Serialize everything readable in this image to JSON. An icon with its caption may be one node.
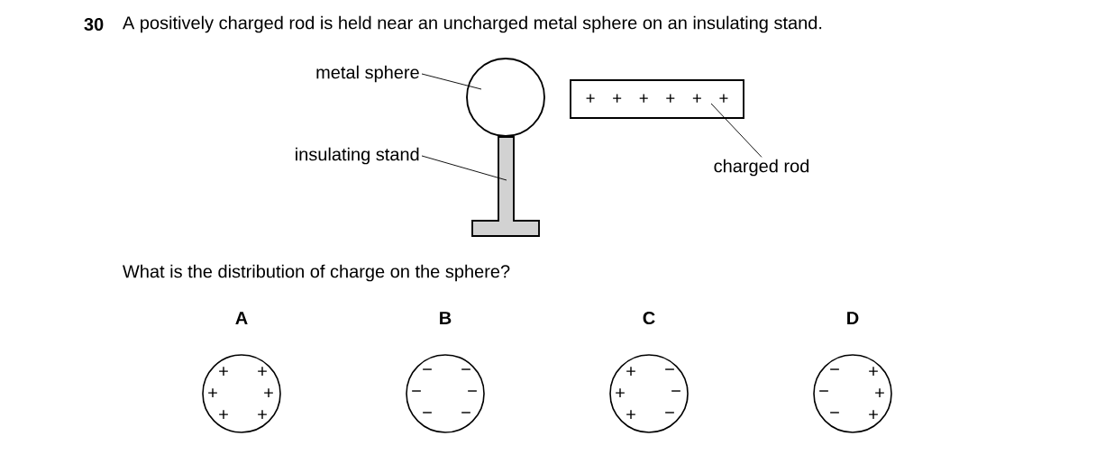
{
  "diagram": {
    "title": "A positively charged rod is held near an uncharged metal sphere on an insulating stand.",
    "nodes": [
      {
        "text": [
          "metal sphere"
        ]
      },
      {
        "text": [],
        "shape": "circle"
      },
      {
        "text": [
          "+ + + + + +"
        ]
      },
      {
        "text": [
          "insulating stand"
        ]
      },
      {
        "text": [],
        "shape": "bar"
      },
      {
        "text": [
          "charged rod"
        ]
      },
      {
        "text": [
          "A",
          "+",
          "+",
          "+",
          "+",
          "+",
          "+"
        ]
      },
      {
        "text": [
          "B",
          "−",
          "−",
          "−",
          "−",
          "−",
          "−"
        ]
      },
      {
        "text": [
          "C",
          "+",
          "−",
          "+",
          "−",
          "+",
          "−"
        ]
      },
      {
        "text": [
          "D",
          "−",
          "+",
          "−",
          "+",
          "−",
          "+"
        ]
      }
    ],
    "edges": [
      {
        "from": 0,
        "to": 1,
        "arrow": "none"
      },
      {
        "from": 3,
        "to": 4,
        "arrow": "none"
      },
      {
        "from": 5,
        "to": 2,
        "arrow": "none"
      }
    ],
    "labels": [
      "30",
      "What is the distribution of charge on the sphere?"
    ]
  }
}
